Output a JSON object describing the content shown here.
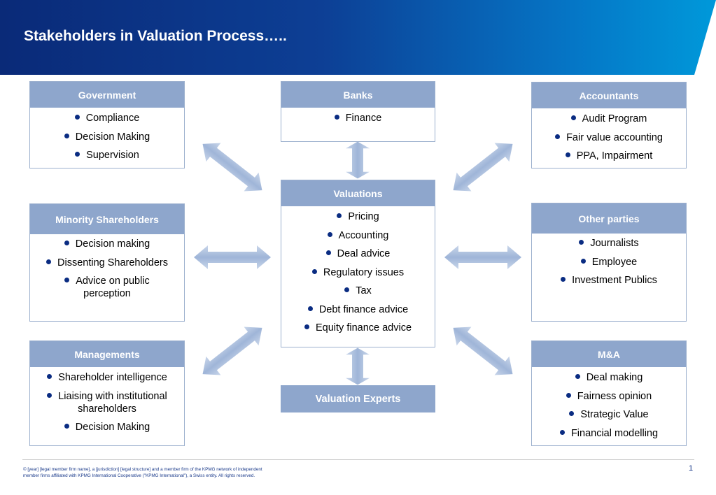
{
  "colors": {
    "header_dark": "#0a2a78",
    "header_light": "#0093d8",
    "box_header": "#8ea6cc",
    "box_border": "#9cb0ce",
    "bullet": "#0a2c82",
    "arrow": "#aabfdc"
  },
  "header": {
    "title": "Stakeholders in Valuation Process….."
  },
  "boxes": {
    "government": {
      "title": "Government",
      "items": [
        "Compliance",
        "Decision Making",
        "Supervision"
      ]
    },
    "banks": {
      "title": "Banks",
      "items": [
        "Finance"
      ]
    },
    "accountants": {
      "title": "Accountants",
      "items": [
        "Audit Program",
        "Fair value accounting",
        "PPA, Impairment"
      ]
    },
    "minority": {
      "title": "Minority Shareholders",
      "items": [
        "Decision making",
        "Dissenting Shareholders",
        "Advice on public perception"
      ]
    },
    "valuations": {
      "title": "Valuations",
      "items": [
        "Pricing",
        "Accounting",
        "Deal advice",
        "Regulatory issues",
        "Tax",
        "Debt finance advice",
        "Equity finance advice"
      ]
    },
    "other": {
      "title": "Other parties",
      "items": [
        "Journalists",
        "Employee",
        "Investment Publics"
      ]
    },
    "managements": {
      "title": "Managements",
      "items": [
        "Shareholder intelligence",
        "Liaising with institutional shareholders",
        "Decision Making"
      ]
    },
    "experts": {
      "title": "Valuation Experts"
    },
    "ma": {
      "title": "M&A",
      "items": [
        "Deal making",
        "Fairness opinion",
        "Strategic Value",
        "Financial modelling"
      ]
    }
  },
  "footer": {
    "note": "© [year] [legal member firm name], a [jurisdiction] [legal structure] and a member firm of the KPMG network of independent member firms affiliated with KPMG International Cooperative (\"KPMG International\"), a Swiss entity. All rights reserved.",
    "page_number": "1"
  }
}
